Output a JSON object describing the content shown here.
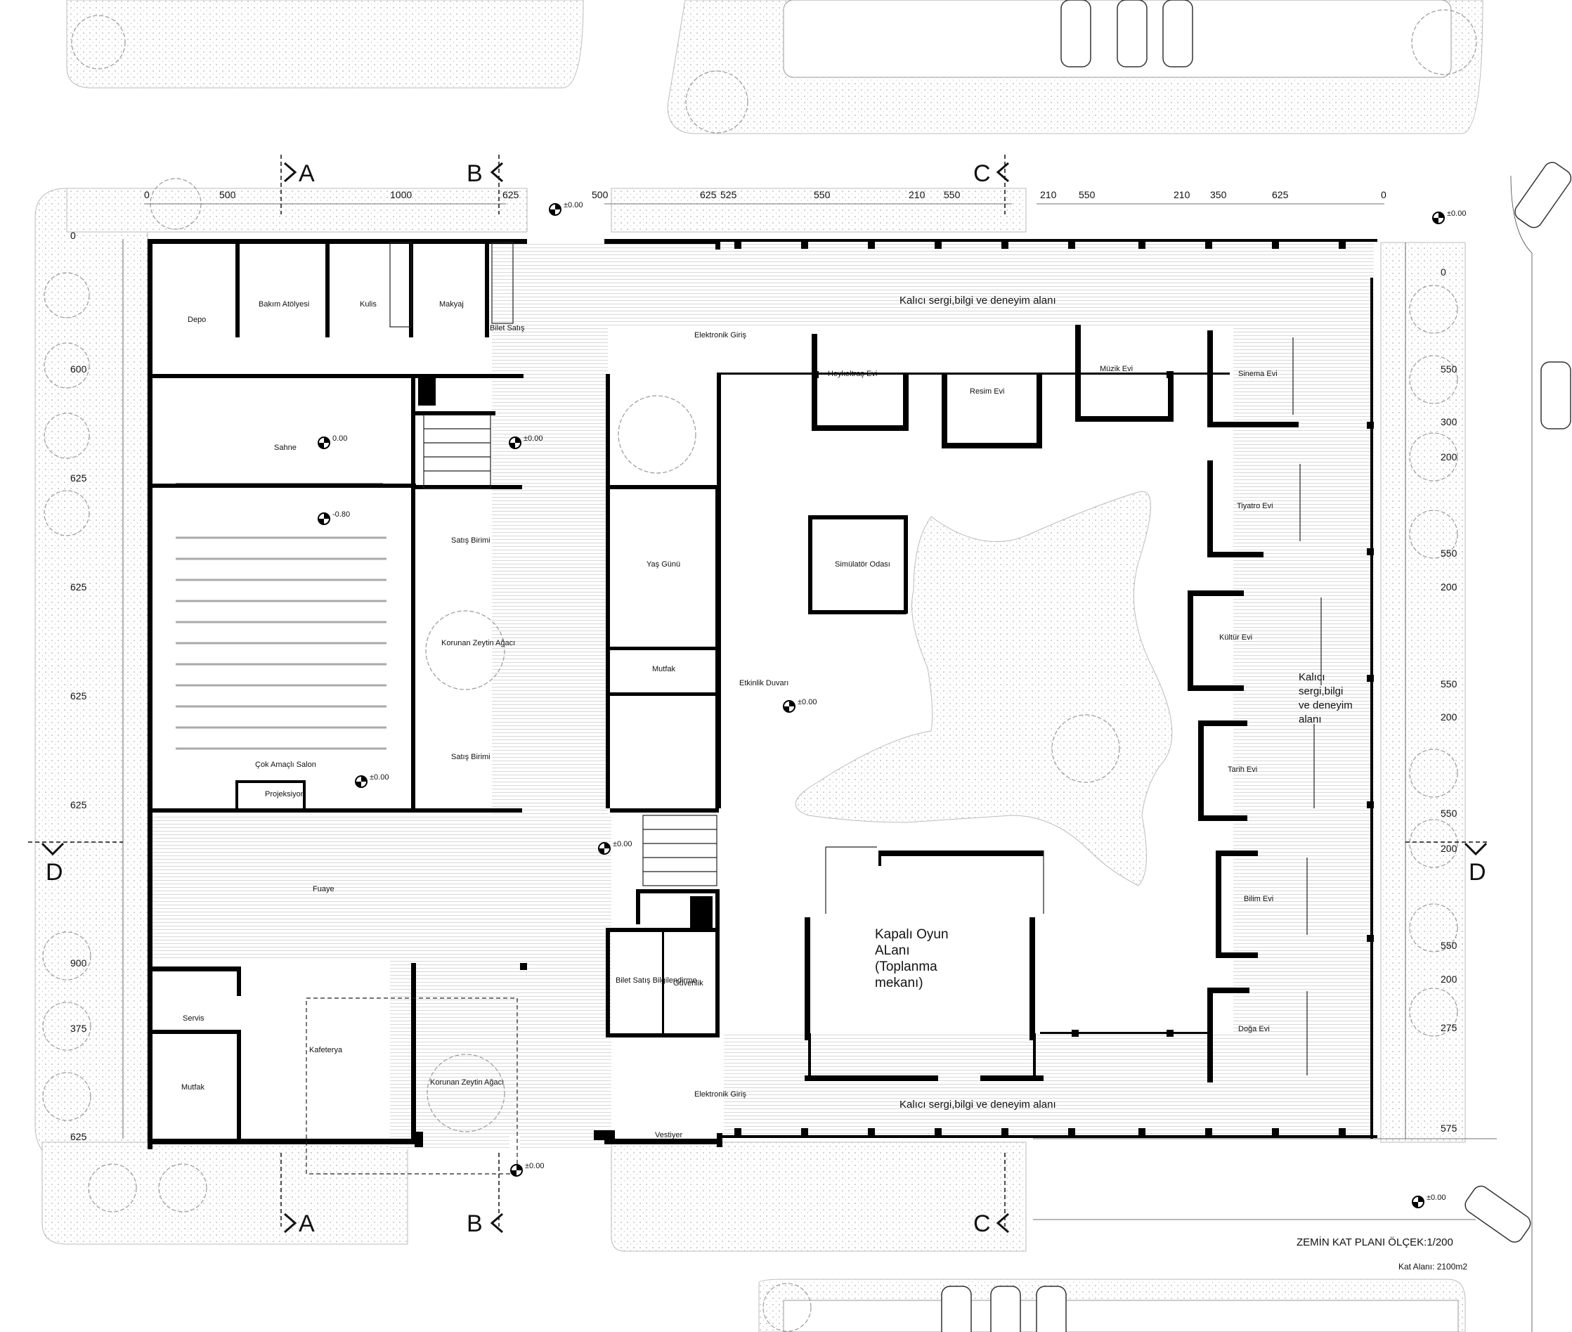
{
  "title": "ZEMİN KAT PLANI ÖLÇEK:1/200",
  "area": "Kat Alanı: 2100m2",
  "sections": {
    "a": "A",
    "b": "B",
    "c": "C",
    "d": "D"
  },
  "dims_top": [
    "0",
    "500",
    "1000",
    "625",
    "500",
    "625",
    "525",
    "550",
    "210",
    "550",
    "210",
    "550",
    "210",
    "350",
    "625",
    "0"
  ],
  "dims_left": [
    "0",
    "600",
    "625",
    "625",
    "625",
    "625",
    "900",
    "375",
    "625"
  ],
  "dims_right": [
    "0",
    "550",
    "300",
    "200",
    "550",
    "200",
    "550",
    "200",
    "550",
    "200",
    "550",
    "200",
    "275",
    "575"
  ],
  "levels": {
    "zero": "±0.00",
    "stage": "0.00",
    "hall": "-0.80"
  },
  "rooms": {
    "depo": "Depo",
    "bakim": "Bakım Atölyesi",
    "kulis": "Kulis",
    "makyaj": "Makyaj",
    "bilet_satis": "Bilet Satış",
    "sahne": "Sahne",
    "cok_amacli": "Çok Amaçlı Salon",
    "projeksiyon": "Projeksiyon",
    "satis1": "Satış Birimi",
    "satis2": "Satış Birimi",
    "zeytin1": "Korunan Zeytin Ağacı",
    "zeytin2": "Korunan Zeytin Ağacı",
    "yas_gunu": "Yaş Günü",
    "mutfak1": "Mutfak",
    "fuaye": "Fuaye",
    "servis": "Servis",
    "mutfak2": "Mutfak",
    "kafeterya": "Kafeterya",
    "bilet_bilgi": "Bilet Satış Bilgilendirme",
    "guvenlik": "Güvenlik",
    "vestiyer": "Vestiyer",
    "elektronik1": "Elektronik Giriş",
    "elektronik2": "Elektronik Giriş",
    "etkinlik": "Etkinlik Duvarı",
    "heykeltras": "Heykeltraş Evi",
    "resim": "Resim Evi",
    "muzik": "Müzik Evi",
    "sinema": "Sinema Evi",
    "tiyatro": "Tiyatro Evi",
    "kultur": "Kültür Evi",
    "tarih": "Tarih Evi",
    "bilim": "Bilim Evi",
    "doga": "Doğa Evi",
    "simulator": "Simülatör Odası",
    "kapali_oyun": [
      "Kapalı Oyun",
      "ALanı",
      "(Toplanma",
      "mekanı)"
    ],
    "sergi_top": "Kalıcı sergi,bilgi ve deneyim alanı",
    "sergi_bottom": "Kalıcı sergi,bilgi ve deneyim alanı",
    "sergi_side": [
      "Kalıcı",
      "sergi,bilgi",
      "ve deneyim",
      "alanı"
    ]
  }
}
